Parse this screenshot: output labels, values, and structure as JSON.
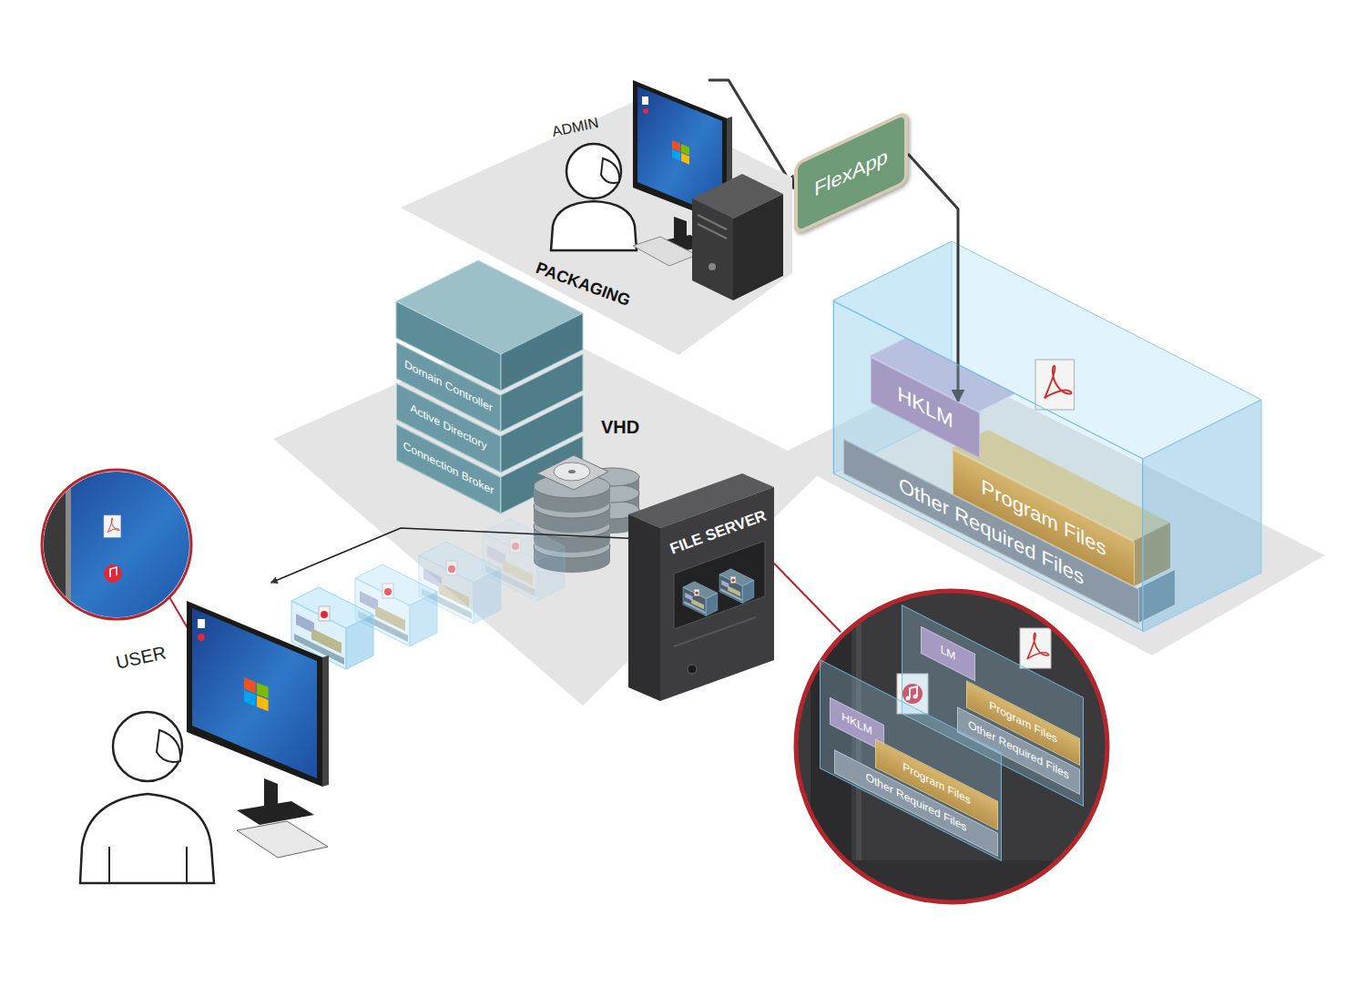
{
  "diagram": {
    "nodes": [
      {
        "text": [
          "ADMIN",
          "PACKAGING"
        ]
      },
      {
        "text": [
          "FlexApp"
        ]
      },
      {
        "text": []
      },
      {
        "text": [
          "HKLM"
        ],
        "in": 2
      },
      {
        "text": [
          "Program Files"
        ],
        "in": 2
      },
      {
        "text": [
          "Other Required Files"
        ],
        "in": 2
      },
      {
        "text": [
          "Domain Controller"
        ]
      },
      {
        "text": [
          "Active Directory"
        ]
      },
      {
        "text": [
          "Connection Broker"
        ]
      },
      {
        "text": [
          "FILE SERVER"
        ]
      },
      {
        "text": [
          "USER"
        ]
      },
      {
        "text": []
      },
      {
        "text": [],
        "in": 11
      },
      {
        "text": [
          "LM"
        ],
        "in": 12
      },
      {
        "text": [
          "Program Files"
        ],
        "in": 12
      },
      {
        "text": [
          "Other Required Files"
        ],
        "in": 12
      },
      {
        "text": [],
        "in": 11
      },
      {
        "text": [
          "HKLM"
        ],
        "in": 16
      },
      {
        "text": [
          "Program Files"
        ],
        "in": 16
      },
      {
        "text": [
          "Other Required Files"
        ],
        "in": 16
      }
    ],
    "edges": [
      {
        "from": 0,
        "to": 1,
        "arrow": "to"
      },
      {
        "from": 1,
        "to": 3,
        "arrow": "to"
      },
      {
        "from": 9,
        "to": 10,
        "arrow": "to"
      },
      {
        "from": 9,
        "to": 11,
        "arrow": "none"
      }
    ],
    "labels": [
      "VHD"
    ]
  }
}
